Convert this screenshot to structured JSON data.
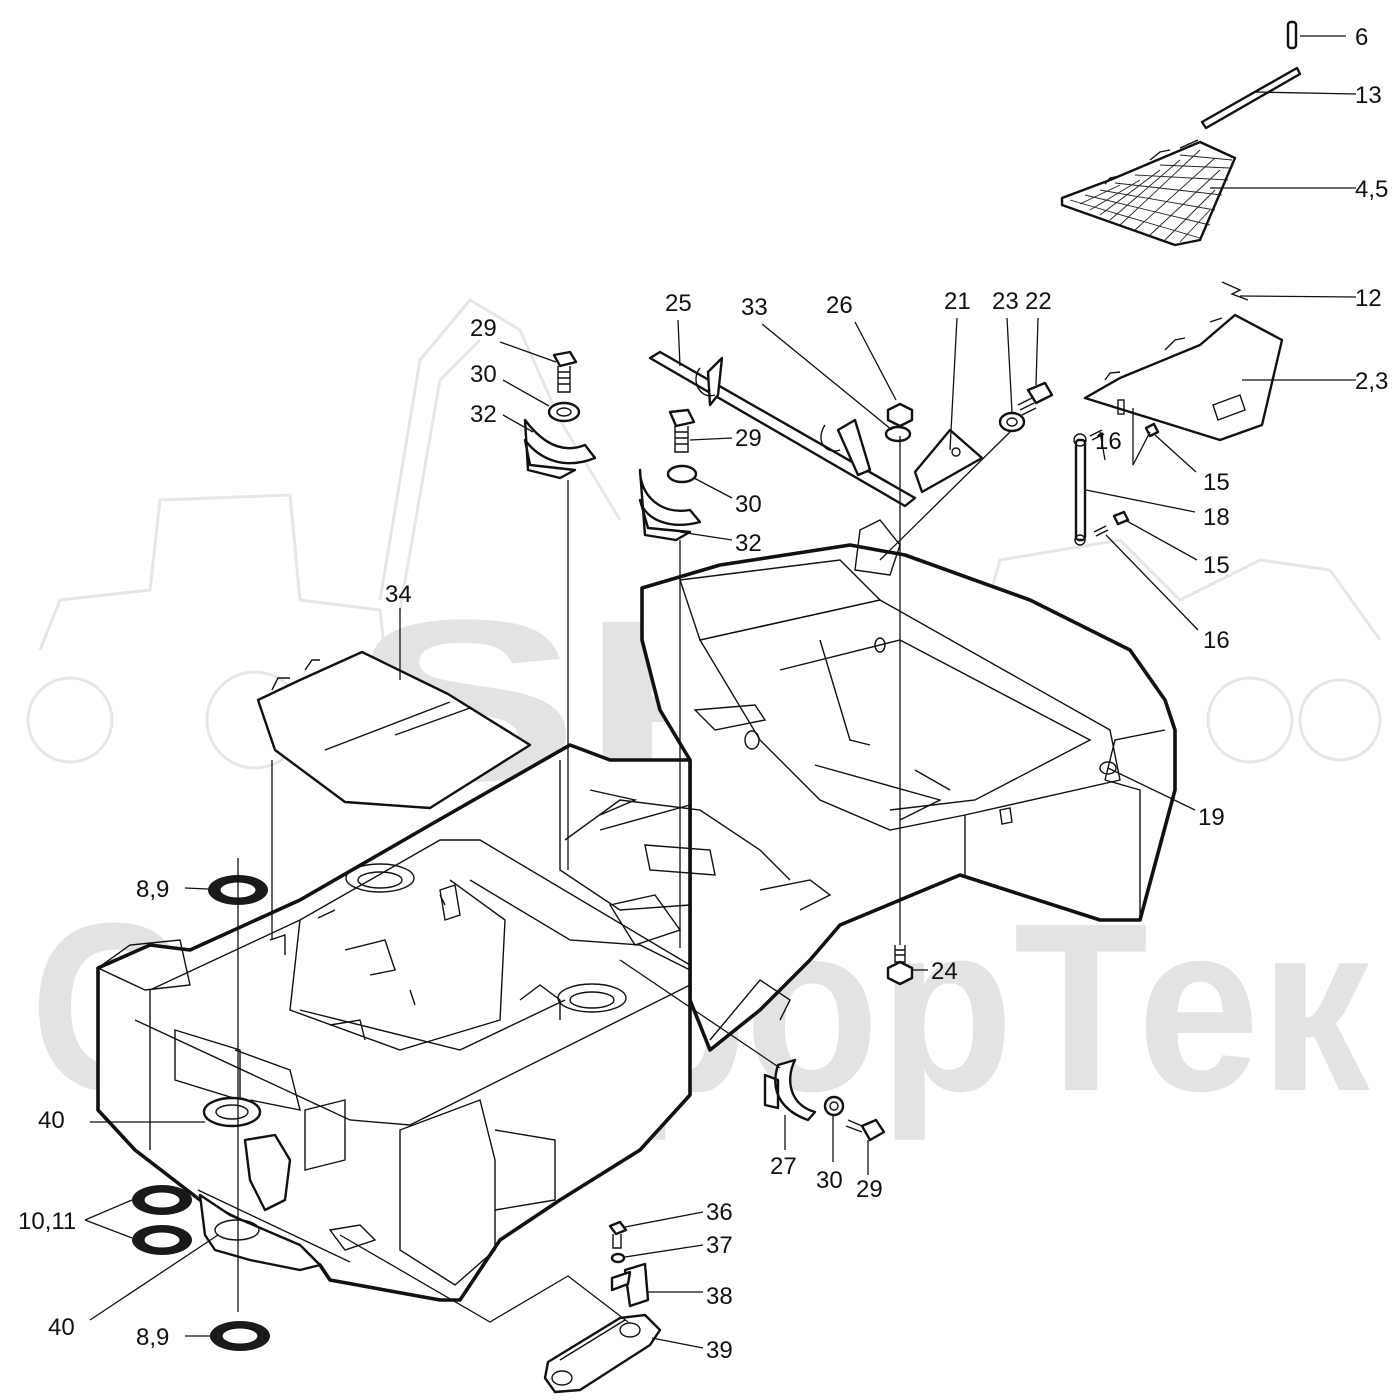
{
  "watermark": {
    "logo_text": "SFT",
    "company_text": "СканфорТек"
  },
  "colors": {
    "ink": "#111111",
    "background": "#ffffff",
    "watermark": "#e3e3e3"
  },
  "callouts": [
    {
      "id": "c6",
      "text": "6"
    },
    {
      "id": "c13",
      "text": "13"
    },
    {
      "id": "c45",
      "text": "4,5"
    },
    {
      "id": "c12",
      "text": "12"
    },
    {
      "id": "c23r",
      "text": "2,3"
    },
    {
      "id": "c22",
      "text": "22"
    },
    {
      "id": "c23",
      "text": "23"
    },
    {
      "id": "c21",
      "text": "21"
    },
    {
      "id": "c26",
      "text": "26"
    },
    {
      "id": "c33",
      "text": "33"
    },
    {
      "id": "c25",
      "text": "25"
    },
    {
      "id": "c29a",
      "text": "29"
    },
    {
      "id": "c30a",
      "text": "30"
    },
    {
      "id": "c32a",
      "text": "32"
    },
    {
      "id": "c29b",
      "text": "29"
    },
    {
      "id": "c30b",
      "text": "30"
    },
    {
      "id": "c32b",
      "text": "32"
    },
    {
      "id": "c16a",
      "text": "16"
    },
    {
      "id": "c15a",
      "text": "15"
    },
    {
      "id": "c18",
      "text": "18"
    },
    {
      "id": "c15b",
      "text": "15"
    },
    {
      "id": "c16b",
      "text": "16"
    },
    {
      "id": "c34",
      "text": "34"
    },
    {
      "id": "c19",
      "text": "19"
    },
    {
      "id": "c89a",
      "text": "8,9"
    },
    {
      "id": "c24",
      "text": "24"
    },
    {
      "id": "c40a",
      "text": "40"
    },
    {
      "id": "c27",
      "text": "27"
    },
    {
      "id": "c30c",
      "text": "30"
    },
    {
      "id": "c29c",
      "text": "29"
    },
    {
      "id": "c1011",
      "text": "10,11"
    },
    {
      "id": "c36",
      "text": "36"
    },
    {
      "id": "c37",
      "text": "37"
    },
    {
      "id": "c38",
      "text": "38"
    },
    {
      "id": "c40b",
      "text": "40"
    },
    {
      "id": "c39",
      "text": "39"
    },
    {
      "id": "c89b",
      "text": "8,9"
    }
  ]
}
